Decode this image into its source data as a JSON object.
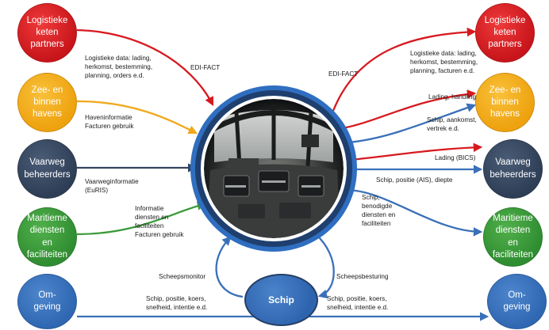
{
  "nodes": {
    "left_logistiek": "Logistieke\nketen\npartners",
    "left_havens": "Zee- en\nbinnen\nhavens",
    "left_vaarweg": "Vaarweg\nbeheerders",
    "left_maritiem": "Maritieme\ndiensten\nen\nfaciliteiten",
    "left_omgeving": "Om-\ngeving",
    "right_logistiek": "Logistieke\nketen\npartners",
    "right_havens": "Zee- en\nbinnen\nhavens",
    "right_vaarweg": "Vaarweg\nbeheerders",
    "right_maritiem": "Maritieme\ndiensten\nen\nfaciliteiten",
    "right_omgeving": "Om-\ngeving",
    "schip": "Schip"
  },
  "labels": {
    "left_logistiek": "Logistieke data: lading,\nherkomst, bestemming,\nplanning, orders e.d.",
    "left_edi": "EDI-FACT",
    "left_havens": "Haveninformatie\nFacturen gebruik",
    "left_vaarweg": "Vaarweginformatie\n(EuRIS)",
    "left_maritiem": "Informatie\ndiensten en\nfaciliteiten\nFacturen gebruik",
    "monitor": "Scheepsmonitor",
    "monitor_data": "Schip, positie, koers,\nsnelheid, intentie e.d.",
    "right_edi": "EDI-FACT",
    "right_logistiek": "Logistieke data: lading,\nherkomst, bestemming,\nplanning, facturen e.d.",
    "right_lading_handling": "Lading, handling",
    "right_schip_aankomst": "Schip, aankomst,\nvertrek e.d.",
    "right_lading_bics": "Lading (BICS)",
    "right_ais": "Schip, positie (AIS), diepte",
    "right_maritiem": "Schip,\nbenodigde\ndiensten en\nfaciliteiten",
    "besturing": "Scheepsbesturing",
    "besturing_data": "Schip, positie, koers,\nsnelheid, intentie e.d."
  },
  "colors": {
    "red": "#d7191f",
    "yellow": "#f0a81c",
    "navy": "#34455f",
    "green": "#3a9a3a",
    "blue": "#3a70b9",
    "hub_ring": "#2f6ec0"
  },
  "center_image": "ship-bridge-fisheye-photo"
}
